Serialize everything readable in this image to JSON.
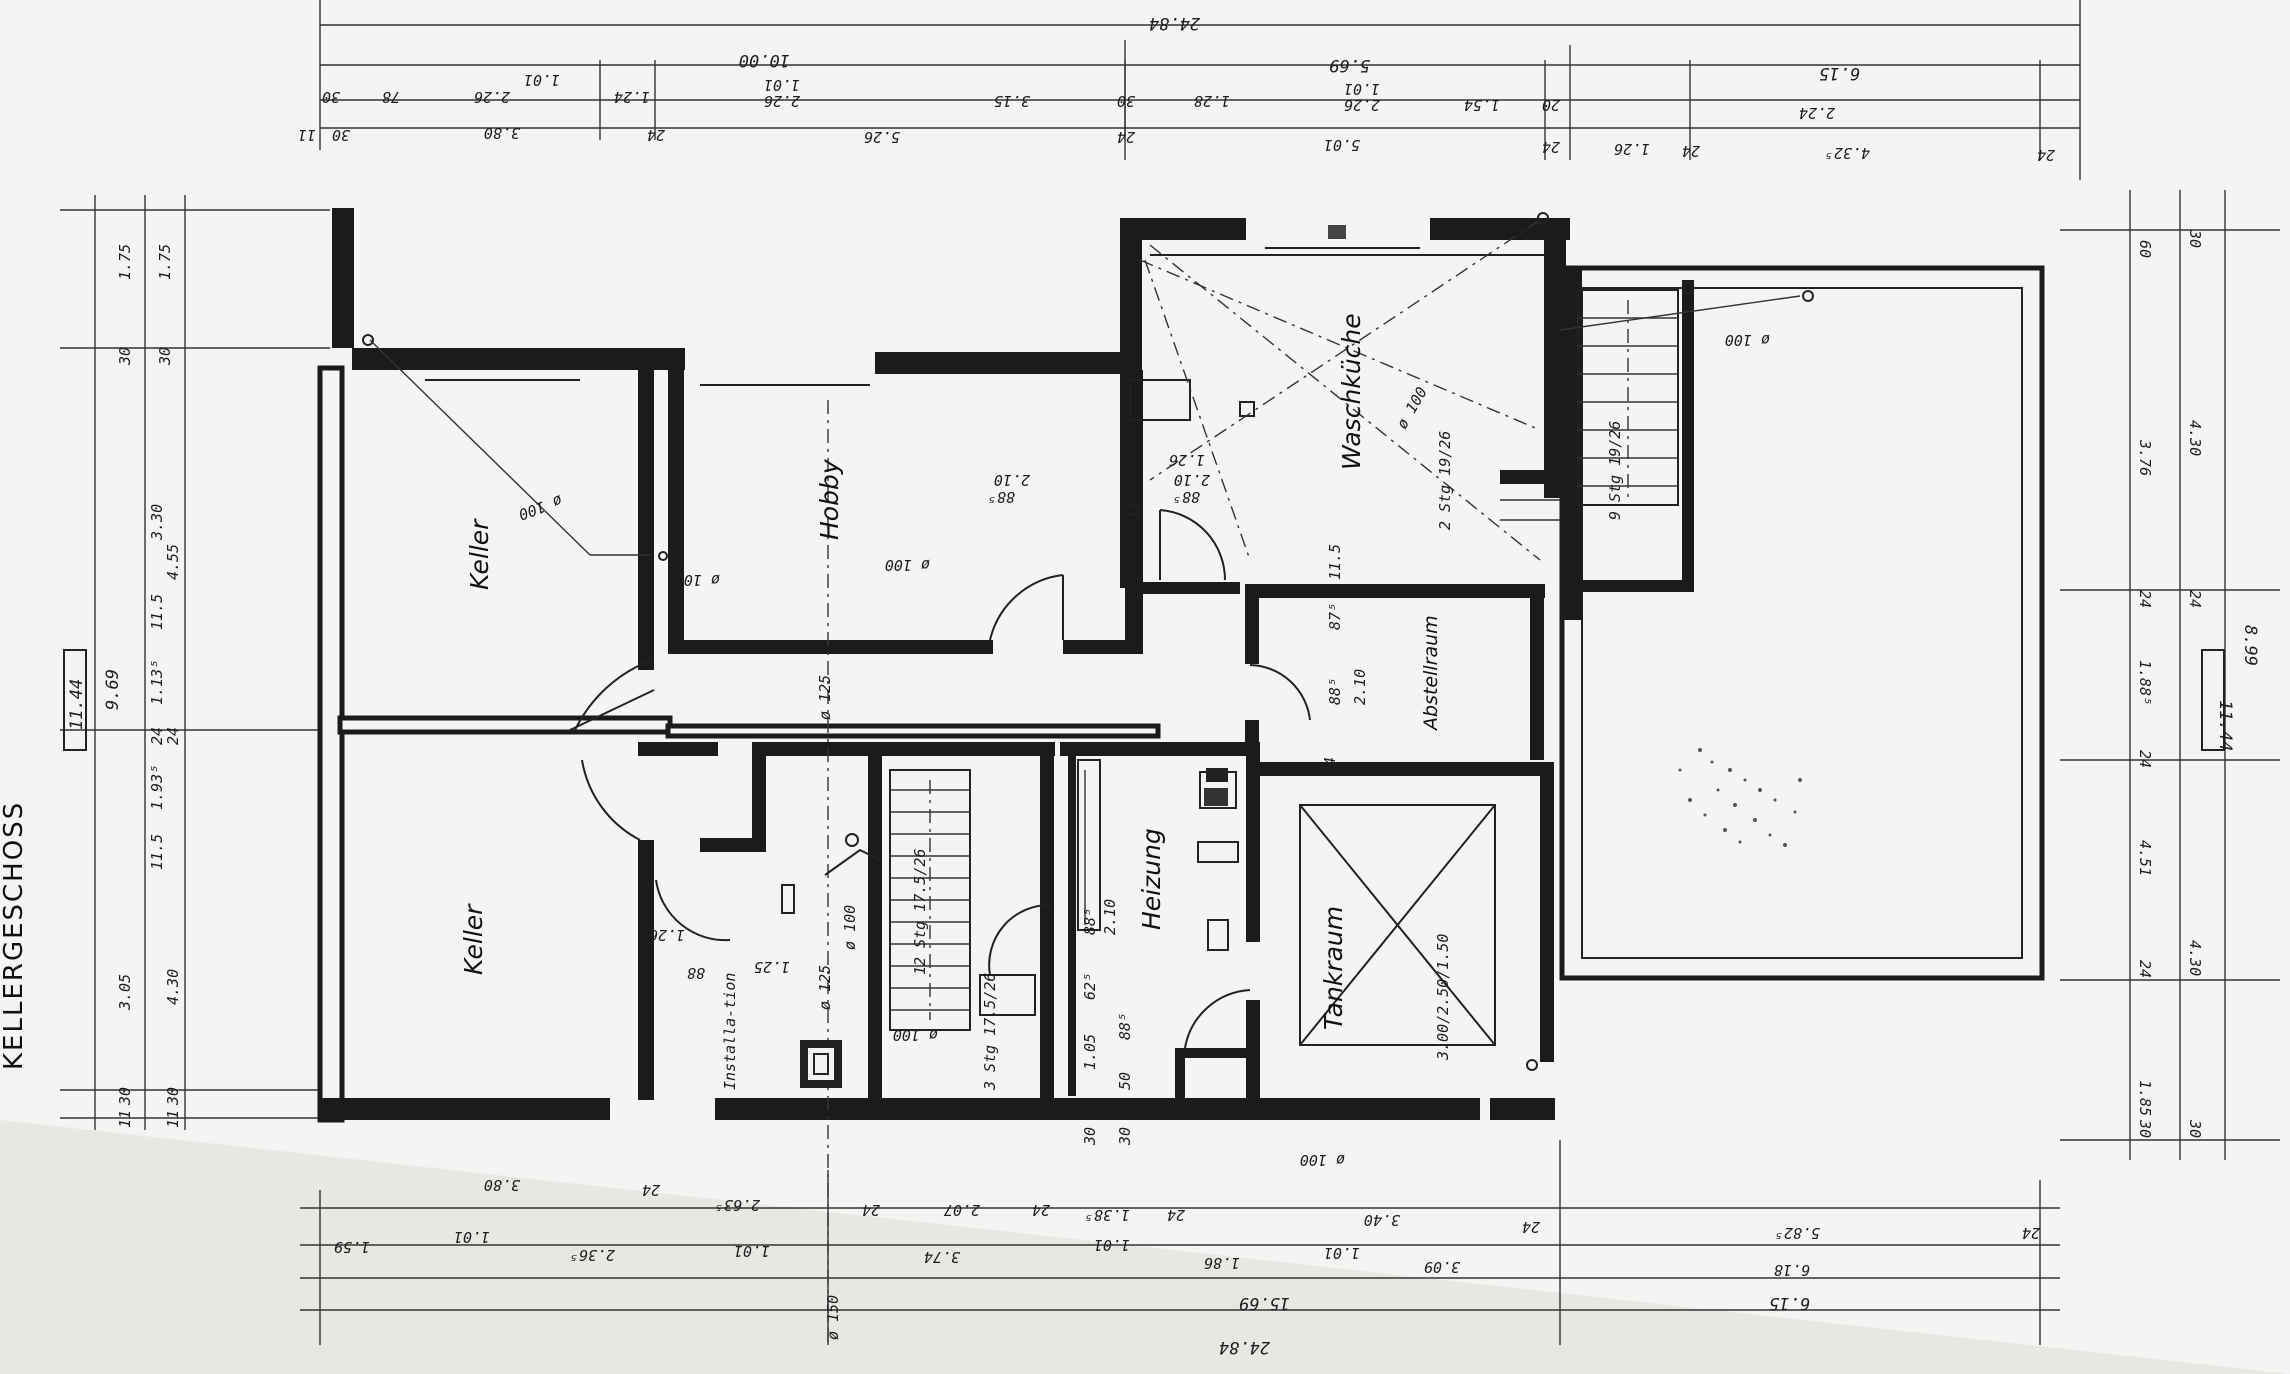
{
  "title": "KELLERGESCHOSS",
  "rooms": {
    "keller_top": "Keller",
    "hobby": "Hobby",
    "waschkueche": "Waschküche",
    "abstellraum": "Abstellraum",
    "heizung": "Heizung",
    "tankraum": "Tankraum",
    "keller_bottom": "Keller",
    "installation": "Installa-tion"
  },
  "annotations": {
    "tankraum_size": "3.00/2.50/1.50",
    "stairs_main": "12 Stg 17.5/26",
    "stairs_small": "3 Stg 17.5/26",
    "stairs_right": "9 Stg 19/26",
    "stairs_wasch": "2 Stg 19/26",
    "pipe_100": "ø 100",
    "pipe_125": "ø 125",
    "pipe_150": "ø 150"
  },
  "dims_top": {
    "overall": "24.84",
    "row1": [
      "10.00",
      "5.69",
      "6.15"
    ],
    "row2": [
      "30",
      "78",
      "1.01",
      "2.26",
      "1.24",
      "1.01",
      "2.26",
      "3.15",
      "30",
      "1.28",
      "1.01",
      "2.26",
      "1.54",
      "20",
      "2.24"
    ],
    "row3": [
      "11",
      "30",
      "3.80",
      "24",
      "5.26",
      "24",
      "5.01",
      "24",
      "1.26",
      "24",
      "4.32⁵",
      "24"
    ]
  },
  "dims_bottom": {
    "row1": [
      "3.80",
      "24",
      "2.63⁵",
      "24",
      "2.07",
      "24",
      "1.38⁵",
      "24",
      "3.40",
      "24",
      "5.82⁵",
      "24"
    ],
    "row2": [
      "1.59",
      "1.01",
      "2.36⁵",
      "1.01",
      "3.74",
      "1.01",
      "1.86",
      "1.01",
      "3.09",
      "6.18"
    ],
    "row3": [
      "15.69",
      "6.15"
    ],
    "overall": "24.84"
  },
  "dims_left": {
    "outer": "11.44",
    "inner": "9.69",
    "col1": [
      "1.75",
      "30",
      "3.30",
      "11.5",
      "1.13⁵",
      "24",
      "1.93⁵",
      "11.5",
      "3.05",
      "30",
      "11"
    ],
    "col2": [
      "1.75",
      "30",
      "4.55",
      "24",
      "4.30",
      "30",
      "11"
    ]
  },
  "dims_right": {
    "outer": "11.44",
    "inner": "8.99",
    "col1": [
      "60",
      "3.76",
      "24",
      "1.88⁵",
      "24",
      "4.51",
      "24",
      "1.85",
      "30"
    ],
    "col2": [
      "30",
      "4.30",
      "24",
      "4.30",
      "30"
    ]
  },
  "interior_dims": [
    "2.10",
    "88⁵",
    "1.26",
    "2.10",
    "88⁵",
    "87⁵",
    "11.5",
    "88⁵",
    "2.10",
    "1.26",
    "88",
    "1.25",
    "88⁵",
    "2.10",
    "62⁵",
    "88⁵",
    "1.05",
    "50",
    "30",
    "30",
    "24"
  ]
}
